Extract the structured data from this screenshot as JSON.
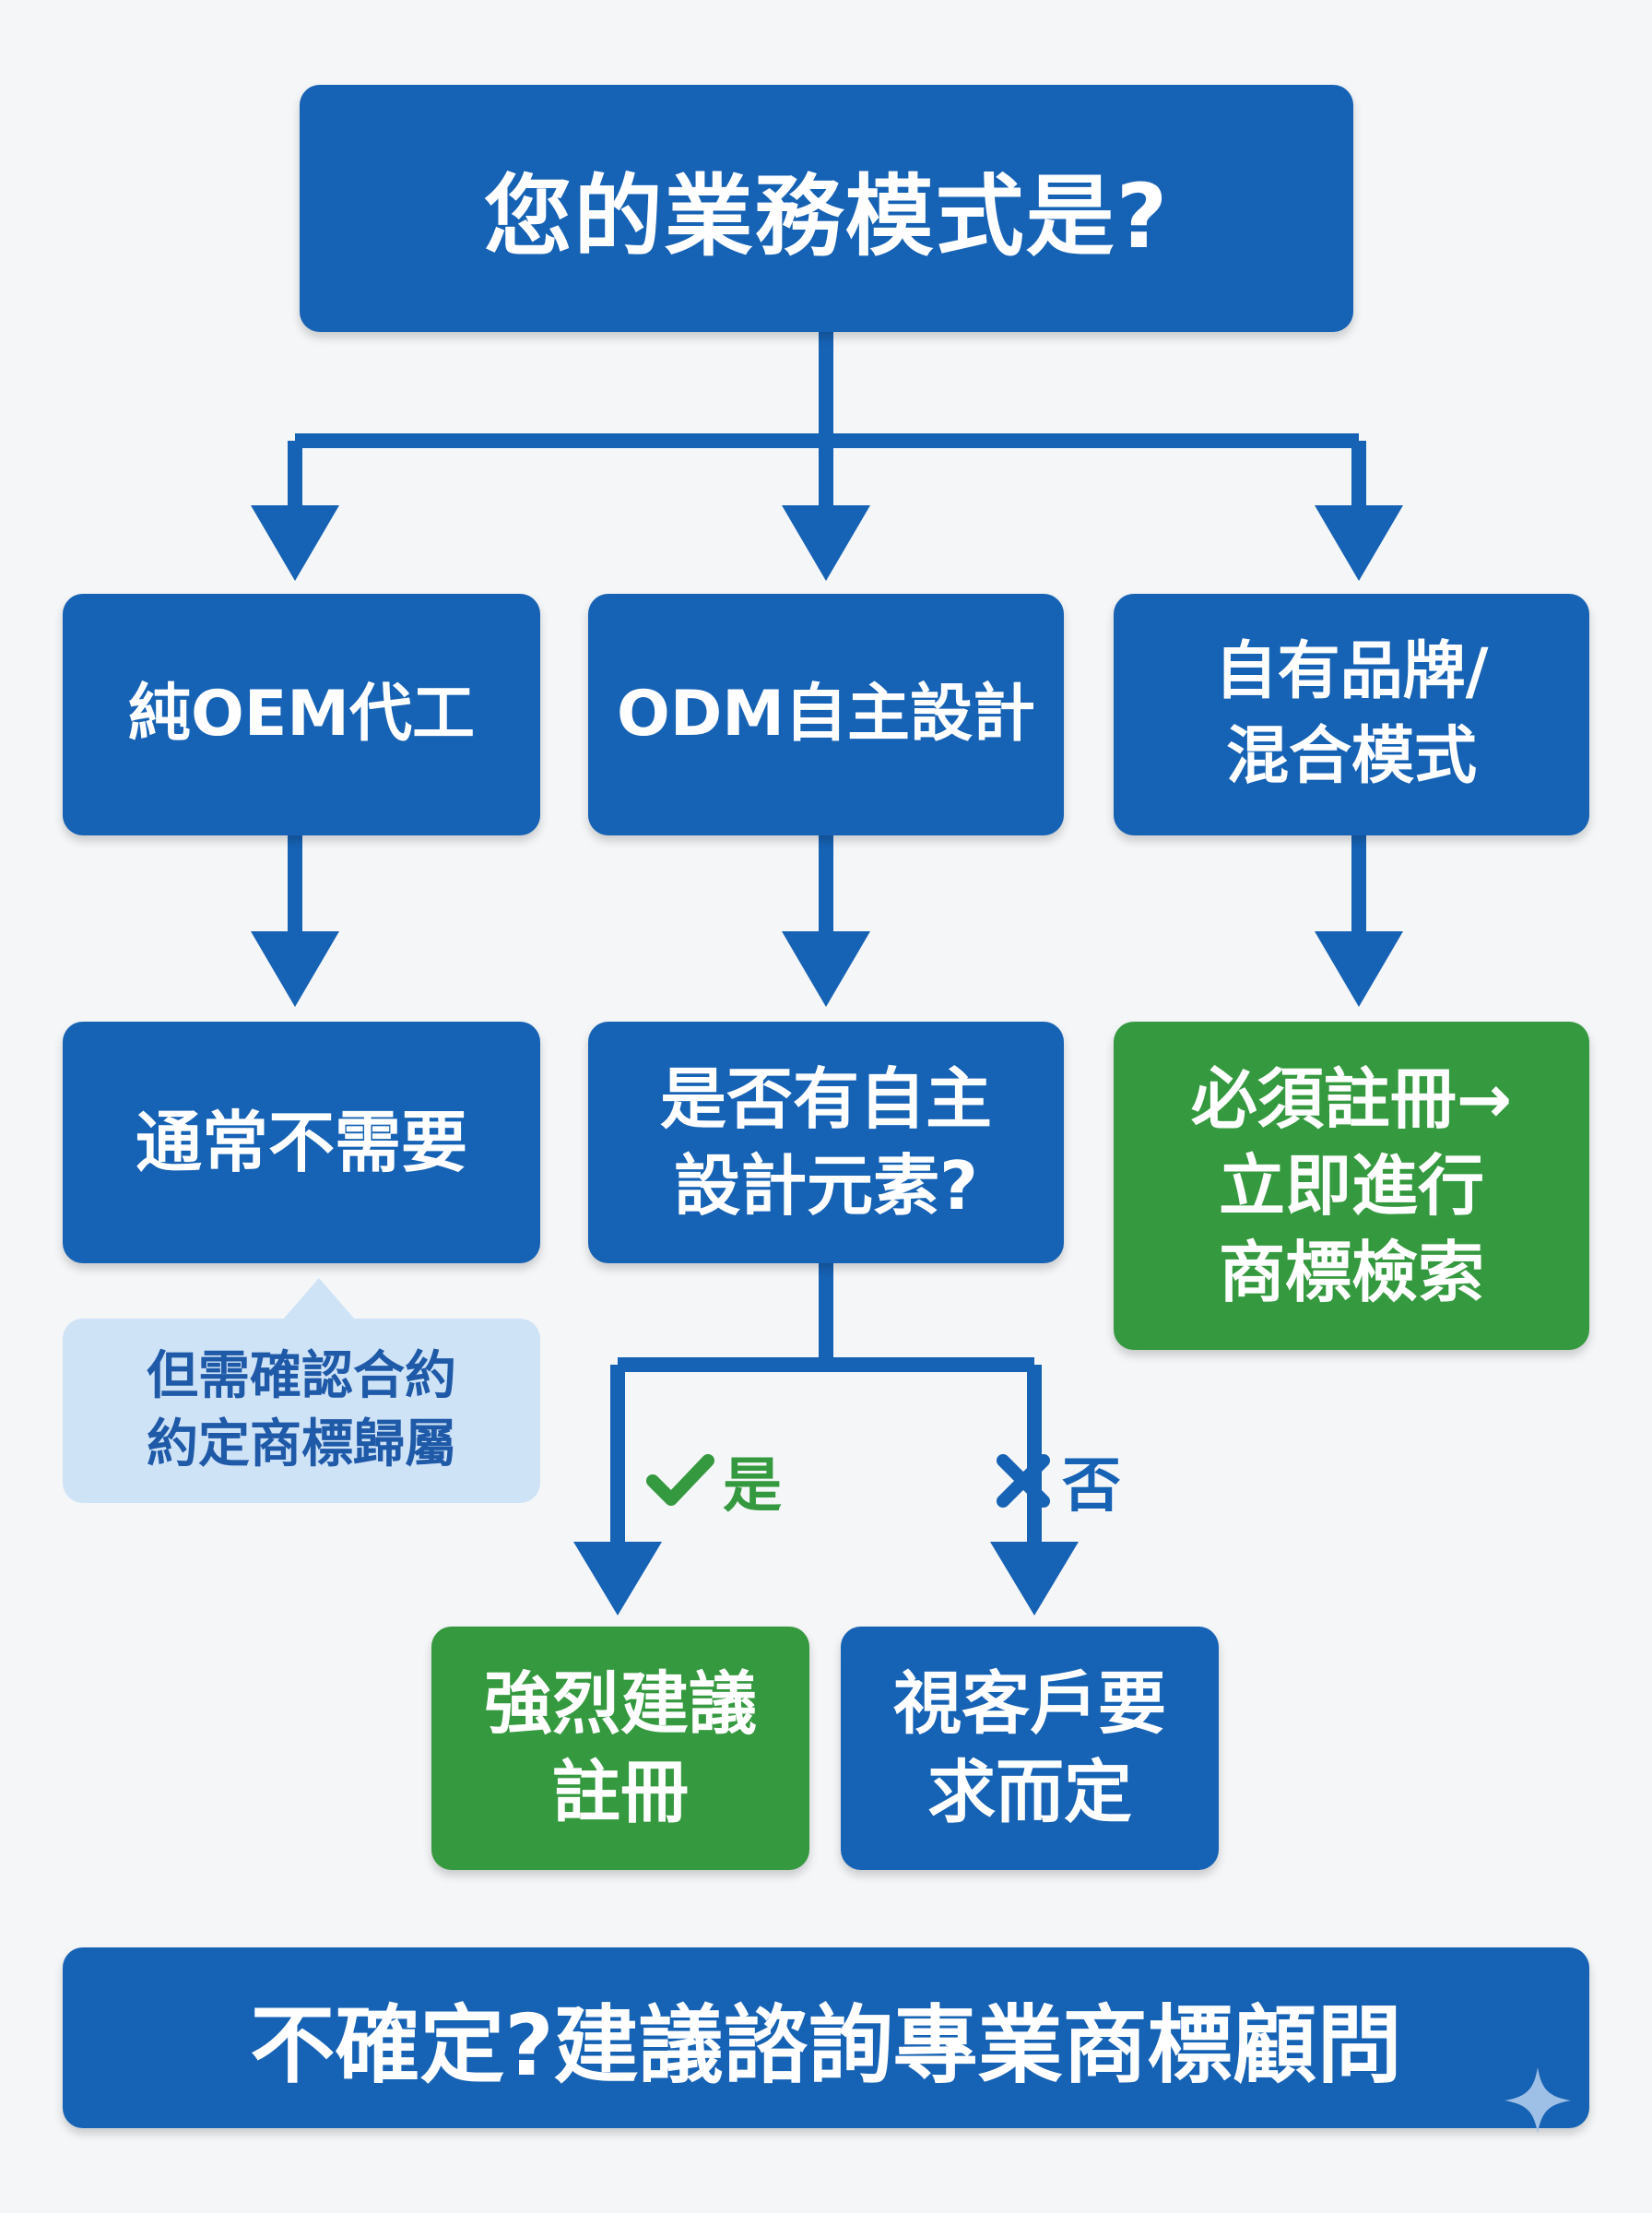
{
  "title": "您的業務模式是?",
  "options": {
    "oem": "純OEM代工",
    "odm": "ODM自主設計",
    "brand": "自有品牌/\n混合模式"
  },
  "outcomes": {
    "oem_result": "通常不需要",
    "oem_note": "但需確認合約\n約定商標歸屬",
    "odm_question": "是否有自主\n設計元素?",
    "brand_result": "必須註冊→\n立即進行\n商標檢索"
  },
  "branches": {
    "yes_label": "是",
    "no_label": "否",
    "yes_result": "強烈建議\n註冊",
    "no_result": "視客戶要\n求而定"
  },
  "footer": "不確定?建議諮詢專業商標顧問",
  "colors": {
    "blue": "#1662b4",
    "green": "#35993f",
    "note_bg": "#cfe3f7",
    "background": "#f4f6f8"
  },
  "icons": {
    "yes": "check-icon",
    "no": "cross-icon",
    "corner": "sparkle-icon"
  }
}
